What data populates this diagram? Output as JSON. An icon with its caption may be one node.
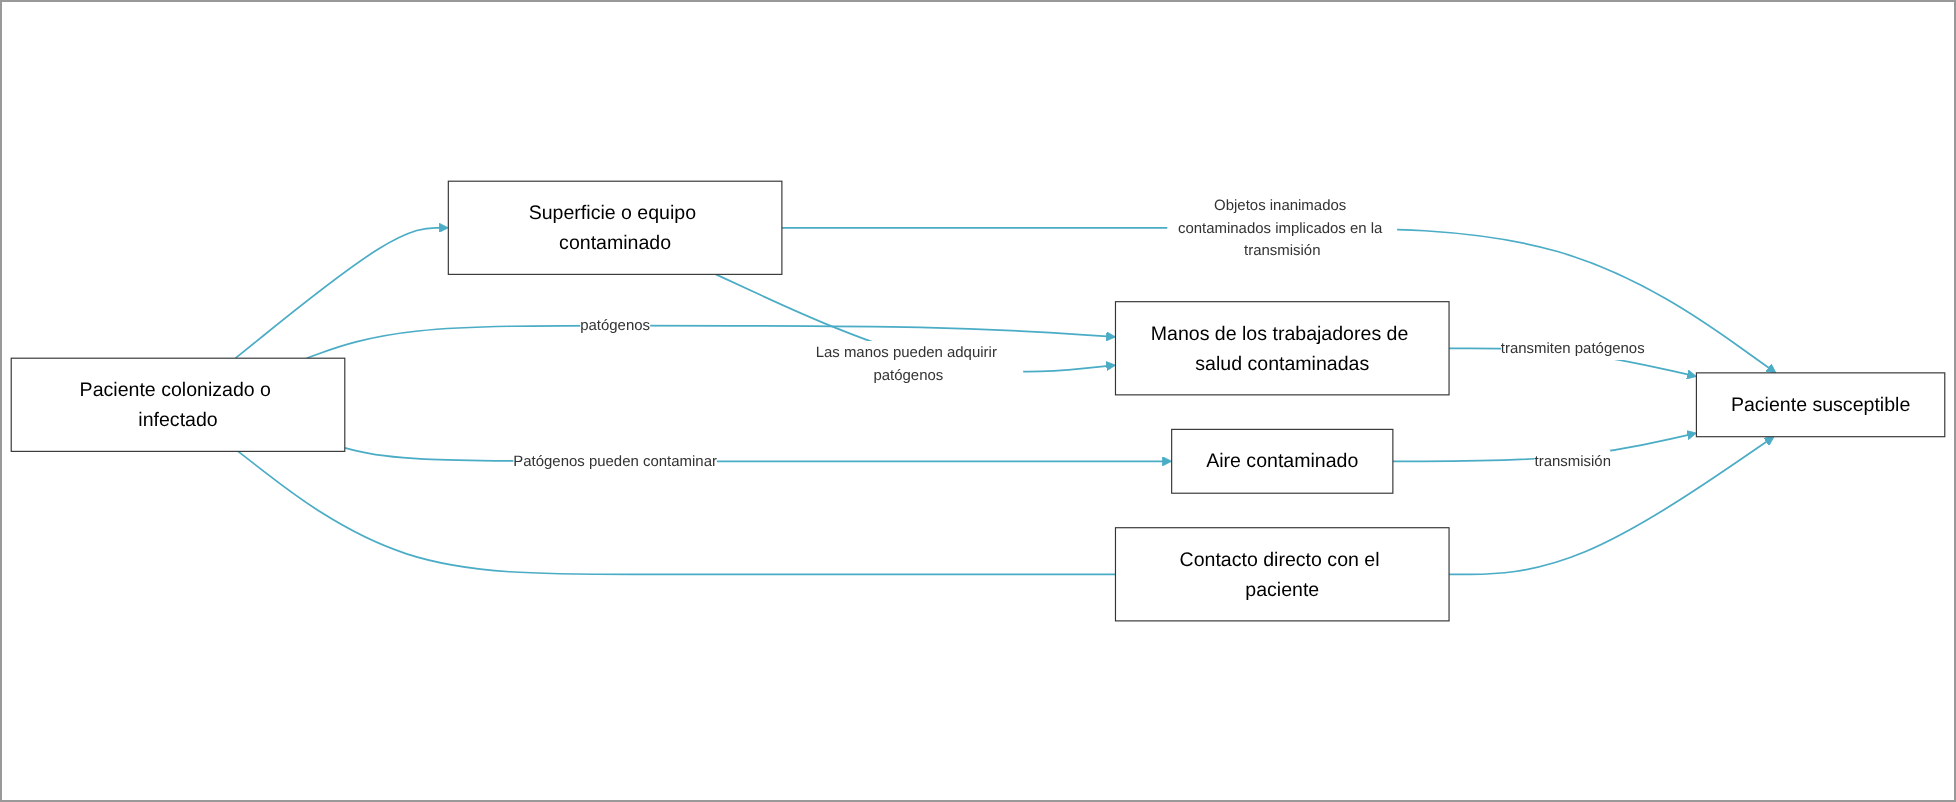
{
  "diagram": {
    "nodes": [
      {
        "text": [
          "Paciente colonizado o infectado"
        ]
      },
      {
        "text": [
          "Superficie o equipo contaminado"
        ]
      },
      {
        "text": [
          "Manos de los trabajadores de salud contaminadas"
        ]
      },
      {
        "text": [
          "Aire contaminado"
        ]
      },
      {
        "text": [
          "Contacto directo con el paciente"
        ]
      },
      {
        "text": [
          "Paciente susceptible"
        ]
      }
    ],
    "edges": [
      {
        "from": 0,
        "to": 1,
        "arrow": "to"
      },
      {
        "from": 0,
        "to": 2,
        "arrow": "to",
        "label": "patógenos"
      },
      {
        "from": 1,
        "to": 2,
        "arrow": "to",
        "label": "Las manos pueden adquirir patógenos"
      },
      {
        "from": 1,
        "to": 5,
        "arrow": "to",
        "label": "Objetos inanimados contaminados implicados en la transmisión"
      },
      {
        "from": 2,
        "to": 5,
        "arrow": "to",
        "label": "transmiten patógenos"
      },
      {
        "from": 0,
        "to": 3,
        "arrow": "to",
        "label": "Patógenos pueden contaminar"
      },
      {
        "from": 3,
        "to": 5,
        "arrow": "to",
        "label": "transmisión"
      },
      {
        "from": 0,
        "to": 4,
        "arrow": "none"
      },
      {
        "from": 4,
        "to": 5,
        "arrow": "to"
      }
    ]
  }
}
